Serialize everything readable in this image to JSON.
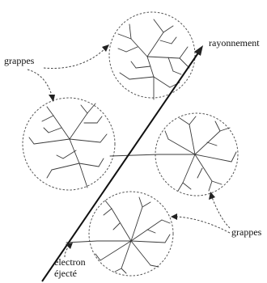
{
  "labels": {
    "clusters_top": "grappes",
    "radiation": "rayonnement",
    "clusters_right": "grappes",
    "ejected_electron_line1": "électron",
    "ejected_electron_line2": "éjecté"
  },
  "colors": {
    "ink": "#111111",
    "dashed_circle": "#555555",
    "track": "#3a3a3a",
    "background": "#ffffff"
  }
}
